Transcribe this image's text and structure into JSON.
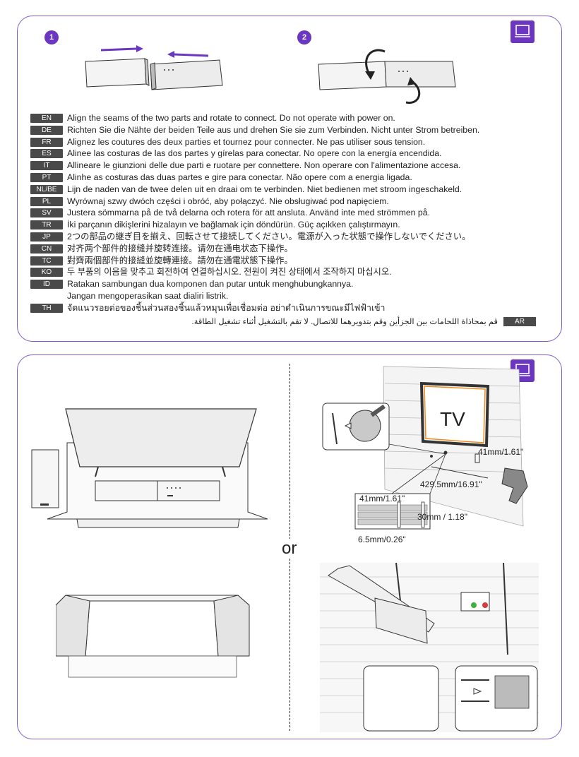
{
  "colors": {
    "accent": "#6a36c2",
    "border": "#7d5cc9",
    "tag_bg": "#4a4a4a"
  },
  "icons": [
    "tv-icon"
  ],
  "top_panel": {
    "steps": [
      "1",
      "2"
    ],
    "languages": [
      {
        "code": "EN",
        "text": "Align the seams of the two parts and rotate to connect. Do not operate with power on."
      },
      {
        "code": "DE",
        "text": "Richten Sie die Nähte der beiden Teile aus und drehen Sie sie zum Verbinden. Nicht unter Strom betreiben."
      },
      {
        "code": "FR",
        "text": "Alignez les coutures des deux parties et tournez pour connecter. Ne pas utiliser sous tension."
      },
      {
        "code": "ES",
        "text": "Alinee las costuras de las dos partes y gírelas para conectar. No opere con la energía encendida."
      },
      {
        "code": "IT",
        "text": "Allineare le giunzioni delle due parti e ruotare per connettere. Non operare con l'alimentazione accesa."
      },
      {
        "code": "PT",
        "text": "Alinhe as costuras das duas partes e gire para conectar. Não opere com a energia ligada."
      },
      {
        "code": "NL/BE",
        "text": "Lijn de naden van de twee delen uit en draai om te verbinden. Niet bedienen met stroom ingeschakeld."
      },
      {
        "code": "PL",
        "text": "Wyrównaj szwy dwóch części i obróć, aby połączyć. Nie obsługiwać pod napięciem."
      },
      {
        "code": "SV",
        "text": "Justera sömmarna på de två delarna och rotera för att ansluta. Använd inte med strömmen på."
      },
      {
        "code": "TR",
        "text": "İki parçanın dikişlerini hizalayın ve bağlamak için döndürün. Güç açıkken çalıştırmayın."
      },
      {
        "code": "JP",
        "text": "2つの部品の継ぎ目を揃え、回転させて接続してください。電源が入った状態で操作しないでください。"
      },
      {
        "code": "CN",
        "text": "对齐两个部件的接缝并旋转连接。请勿在通电状态下操作。"
      },
      {
        "code": "TC",
        "text": "對齊兩個部件的接縫並旋轉連接。請勿在通電狀態下操作。"
      },
      {
        "code": "KO",
        "text": "두 부품의 이음을 맞추고 회전하여 연결하십시오. 전원이 켜진 상태에서 조작하지 마십시오."
      },
      {
        "code": "ID",
        "text": "Ratakan sambungan dua komponen dan putar untuk menghubungkannya."
      },
      {
        "code": "",
        "text": "Jangan mengoperasikan saat dialiri listrik."
      },
      {
        "code": "TH",
        "text": "จัดแนวรอยต่อของชิ้นส่วนสองชิ้นแล้วหมุนเพื่อเชื่อมต่อ อย่าดำเนินการขณะมีไฟฟ้าเข้า"
      }
    ],
    "arabic": {
      "code": "AR",
      "text": "قم بمحاذاة اللحامات بين الجزأين وقم بتدويرهما للاتصال. لا تقم بالتشغيل أثناء تشغيل الطاقة."
    }
  },
  "bottom_panel": {
    "or_label": "or",
    "tv_label": "TV",
    "dimensions": {
      "bracket_height": "41mm/1.61\"",
      "hole_spacing": "429.5mm/16.91\"",
      "hole_depth_label": "41mm/1.61\"",
      "drill_depth": "30mm / 1.18\"",
      "drill_diameter": "6.5mm/0.26\""
    }
  }
}
